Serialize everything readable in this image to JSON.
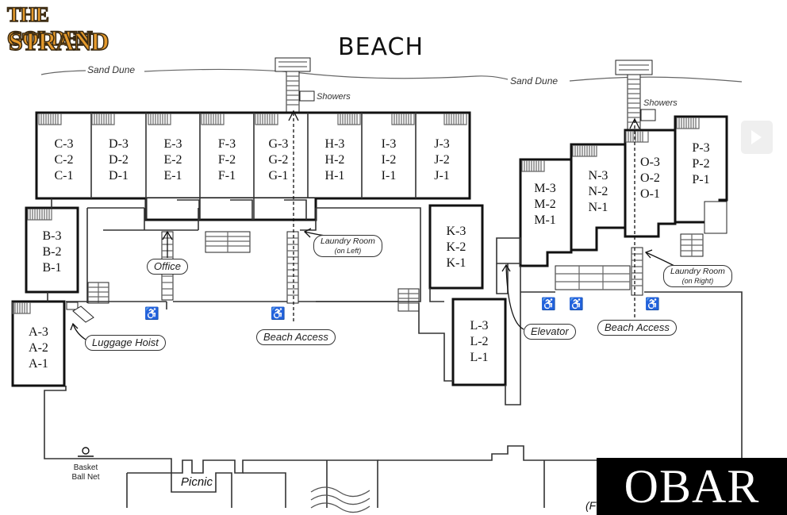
{
  "logo": {
    "line1": "THE GOLDEN",
    "line2": "STRAND"
  },
  "title": "BEACH",
  "dunes": [
    "Sand Dune",
    "Sand Dune"
  ],
  "units": {
    "C": "C-3\nC-2\nC-1",
    "D": "D-3\nD-2\nD-1",
    "E": "E-3\nE-2\nE-1",
    "F": "F-3\nF-2\nF-1",
    "G": "G-3\nG-2\nG-1",
    "H": "H-3\nH-2\nH-1",
    "I": "I-3\nI-2\nI-1",
    "J": "J-3\nJ-2\nJ-1",
    "B": "B-3\nB-2\nB-1",
    "A": "A-3\nA-2\nA-1",
    "K": "K-3\nK-2\nK-1",
    "L": "L-3\nL-2\nL-1",
    "M": "M-3\nM-2\nM-1",
    "N": "N-3\nN-2\nN-1",
    "O": "O-3\nO-2\nO-1",
    "P": "P-3\nP-2\nP-1"
  },
  "labels": {
    "showers_left": "Showers",
    "showers_right": "Showers",
    "office": "Office",
    "laundry_left": "Laundry Room",
    "laundry_left_sub": "(on Left)",
    "laundry_right": "Laundry Room",
    "laundry_right_sub": "(on Right)",
    "luggage_hoist": "Luggage Hoist",
    "beach_access_left": "Beach Access",
    "beach_access_right": "Beach Access",
    "elevator": "Elevator",
    "basket_ball_net_line1": "Basket",
    "basket_ball_net_line2": "Ball Net",
    "picnic": "Picnic",
    "partial_label": "(F"
  },
  "icons": {
    "accessible": "♿"
  },
  "watermark": "OBAR",
  "colors": {
    "logo_gold": "#e59a2c",
    "logo_outline": "#3a2a12",
    "ink": "#111111",
    "watermark_bg": "#000000"
  }
}
